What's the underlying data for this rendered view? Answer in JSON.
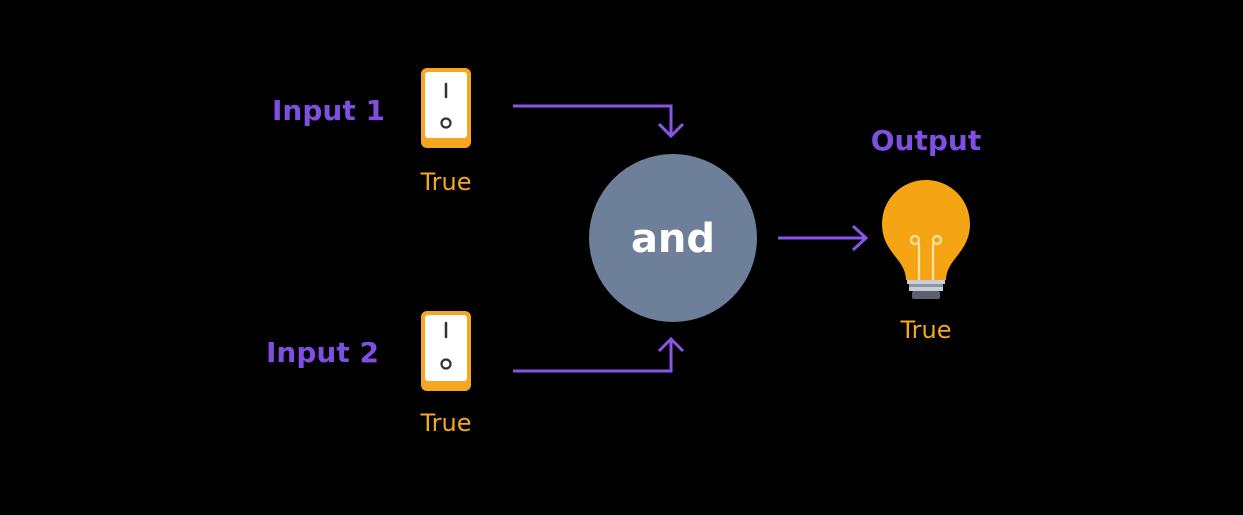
{
  "diagram": {
    "input1": {
      "label": "Input 1",
      "value": "True"
    },
    "input2": {
      "label": "Input 2",
      "value": "True"
    },
    "gate": {
      "label": "and"
    },
    "output": {
      "label": "Output",
      "value": "True"
    }
  },
  "colors": {
    "background": "#000000",
    "label": "#7E4FE0",
    "value": "#F5A623",
    "arrow": "#8A55E6",
    "switch_border": "#F5A623",
    "switch_fill": "#FFFFFF",
    "switch_mark": "#333333",
    "gate_fill": "#6E7F99",
    "gate_text": "#FFFFFF",
    "bulb": "#F5A514",
    "bulb_filament": "#FFE2A8",
    "bulb_base_light": "#C9CED6",
    "bulb_base_dark": "#5B6170"
  },
  "icons": {
    "switch": "toggle-switch-icon",
    "bulb": "light-bulb-icon"
  }
}
